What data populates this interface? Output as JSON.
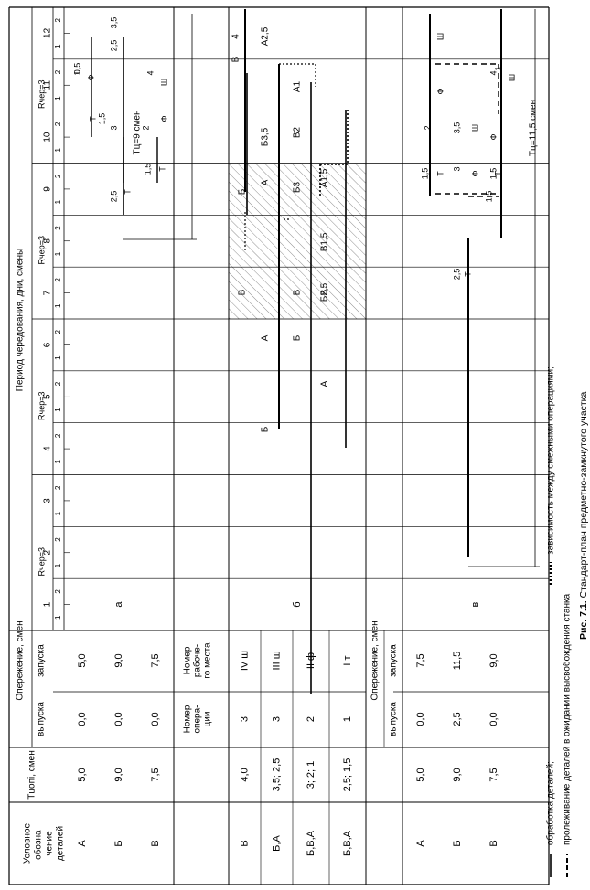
{
  "figure": {
    "caption_num": "Рис. 7.1.",
    "caption_text": "Стандарт-план предметно-замкнутого участка",
    "legend": [
      {
        "style": "solid",
        "text": "обработка деталей;"
      },
      {
        "style": "dotted",
        "text": "зависимость между смежными операциями;"
      },
      {
        "style": "dashed",
        "text": "пролеживание деталей в ожидании высвобождения станка"
      }
    ]
  },
  "header": {
    "col_designation": [
      "Условное",
      "обозна-",
      "чение",
      "деталей"
    ],
    "col_tcycle": "Tцопi, смен",
    "col_advance": "Опережение, смен",
    "col_release": "выпуска",
    "col_launch": "запуска",
    "period": "Период чередования, дни, смены",
    "r_label": "Rчер=3",
    "days": [
      "1",
      "2",
      "3",
      "4",
      "5",
      "6",
      "7",
      "8",
      "9",
      "10",
      "11",
      "12"
    ],
    "shifts": [
      "1",
      "2"
    ]
  },
  "section_a": {
    "label": "а",
    "rows": [
      {
        "part": "А",
        "tc": "5,0",
        "release": "0,0",
        "launch": "5,0"
      },
      {
        "part": "Б",
        "tc": "9,0",
        "release": "0,0",
        "launch": "9,0"
      },
      {
        "part": "В",
        "tc": "7,5",
        "release": "0,0",
        "launch": "7,5"
      }
    ],
    "tc_note": "Tц=9 смен"
  },
  "section_b": {
    "label": "б",
    "hdr_op": [
      "Номер",
      "опера-",
      "ции"
    ],
    "hdr_ws": [
      "Номер",
      "рабоче-",
      "го места"
    ],
    "rows": [
      {
        "parts": "В",
        "times": "4,0",
        "op": "3",
        "ws": "IV ш"
      },
      {
        "parts": "Б,А",
        "times": "3,5; 2,5",
        "op": "3",
        "ws": "III ш"
      },
      {
        "parts": "Б,В,А",
        "times": "3; 2; 1",
        "op": "2",
        "ws": "II ф"
      },
      {
        "parts": "Б,В,А",
        "times": "2,5; 1,5",
        "op": "1",
        "ws": "I т"
      }
    ],
    "bar_labels": [
      "В",
      "4",
      "А2,5",
      "Б",
      "А",
      "Б3,5",
      "В",
      "Б",
      "В",
      "А1",
      "В2",
      "Б3",
      "А1,5",
      "А",
      "В1,5",
      "Б2,5",
      "В",
      "Б",
      "А"
    ]
  },
  "section_c": {
    "label": "в",
    "hdr_advance": "Опережение, смен",
    "hdr_release": "выпуска",
    "hdr_launch": "запуска",
    "rows": [
      {
        "part": "А",
        "tc": "5,0",
        "release": "0,0",
        "launch": "7,5"
      },
      {
        "part": "Б",
        "tc": "9,0",
        "release": "2,5",
        "launch": "11,5"
      },
      {
        "part": "В",
        "tc": "7,5",
        "release": "0,0",
        "launch": "9,0"
      }
    ],
    "tc_note": "Tц=11,5 смен"
  },
  "ops_labels": {
    "t": "Т",
    "f": "Ф",
    "sh": "Ш",
    "vals": [
      "2,5",
      "3,5",
      "1",
      "4",
      "1,5",
      "3",
      "2",
      "1,5",
      "2,5",
      "0,5",
      "2",
      "3,5",
      "1,5",
      "3",
      "1,5",
      "1",
      "4",
      "2,5",
      "1,5"
    ]
  }
}
